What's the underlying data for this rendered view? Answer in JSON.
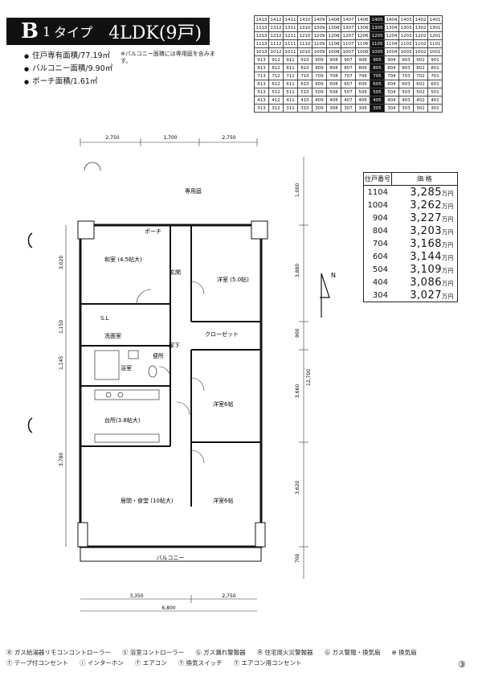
{
  "title": {
    "letter": "B",
    "sub": "1",
    "type_label": "タイプ",
    "layout": "4LDK(9戸)"
  },
  "specs": [
    "住戸専有面積/77.19㎡",
    "バルコニー面積/9.90㎡",
    "ポーチ面積/1.61㎡"
  ],
  "note": "※バルコニー面積には専用庭を含みます。",
  "floor_grid": {
    "rows": [
      [
        "1413",
        "1412",
        "1411",
        "1410",
        "1409",
        "1408",
        "1407",
        "1406",
        "1405",
        "1404",
        "1403",
        "1402",
        "1401"
      ],
      [
        "1313",
        "1312",
        "1311",
        "1310",
        "1309",
        "1308",
        "1307",
        "1306",
        "1305",
        "1304",
        "1303",
        "1302",
        "1301"
      ],
      [
        "1213",
        "1212",
        "1211",
        "1210",
        "1209",
        "1208",
        "1207",
        "1206",
        "1205",
        "1204",
        "1203",
        "1202",
        "1201"
      ],
      [
        "1113",
        "1112",
        "1111",
        "1110",
        "1109",
        "1108",
        "1107",
        "1106",
        "1105",
        "1104",
        "1103",
        "1102",
        "1101"
      ],
      [
        "1013",
        "1012",
        "1011",
        "1010",
        "1009",
        "1008",
        "1007",
        "1006",
        "1005",
        "1004",
        "1003",
        "1002",
        "1001"
      ],
      [
        "913",
        "912",
        "911",
        "910",
        "909",
        "908",
        "907",
        "906",
        "905",
        "904",
        "903",
        "902",
        "901"
      ],
      [
        "813",
        "812",
        "811",
        "810",
        "809",
        "808",
        "807",
        "806",
        "805",
        "804",
        "803",
        "802",
        "801"
      ],
      [
        "713",
        "712",
        "711",
        "710",
        "709",
        "708",
        "707",
        "706",
        "705",
        "704",
        "703",
        "702",
        "701"
      ],
      [
        "613",
        "612",
        "611",
        "610",
        "609",
        "608",
        "607",
        "606",
        "605",
        "604",
        "603",
        "602",
        "601"
      ],
      [
        "513",
        "512",
        "511",
        "510",
        "509",
        "508",
        "507",
        "506",
        "505",
        "504",
        "503",
        "502",
        "501"
      ],
      [
        "413",
        "412",
        "411",
        "410",
        "409",
        "408",
        "407",
        "406",
        "405",
        "404",
        "403",
        "402",
        "401"
      ],
      [
        "313",
        "312",
        "311",
        "310",
        "309",
        "308",
        "307",
        "306",
        "305",
        "304",
        "303",
        "302",
        "301"
      ]
    ],
    "highlight_col": 8
  },
  "price_table": {
    "header_floor": "住戸番号",
    "header_price": "価 格",
    "unit": "万円",
    "rows": [
      {
        "no": "1104",
        "price": "3,285"
      },
      {
        "no": "1004",
        "price": "3,262"
      },
      {
        "no": "904",
        "price": "3,227"
      },
      {
        "no": "804",
        "price": "3,203"
      },
      {
        "no": "704",
        "price": "3,168"
      },
      {
        "no": "604",
        "price": "3,144"
      },
      {
        "no": "504",
        "price": "3,109"
      },
      {
        "no": "404",
        "price": "3,086"
      },
      {
        "no": "304",
        "price": "3,027"
      }
    ]
  },
  "plan": {
    "dim_top": [
      "2,750",
      "1,700",
      "2,750"
    ],
    "dim_bottom": [
      "3,350",
      "2,750"
    ],
    "dim_bottom_total": "6,800",
    "dim_right": [
      "1,000",
      "3,880",
      "900",
      "3,660",
      "3,620",
      "700"
    ],
    "dim_right_total": "12,700",
    "dim_left": [
      "3,020",
      "1,150",
      "1,145",
      "3,780"
    ],
    "rooms": {
      "washitsu": "和室\n(4.5帖大)",
      "youshitsu1": "洋室\n(5.0帖)",
      "genkan": "玄関",
      "youshitsu2": "洋室6帖",
      "youshitsu3": "洋室6帖",
      "kitchen": "台所(3.8帖大)",
      "ldk": "居間・食堂\n(10帖大)",
      "senmenjo": "洗面室",
      "ub": "浴室",
      "toilet": "便所",
      "closet": "クローゼット",
      "sl": "S.L",
      "porch": "ポーチ",
      "balcony": "バルコニー",
      "corridor": "廊下",
      "private_garden": "専用庭"
    },
    "north_mark": "N"
  },
  "legend": [
    "Ⓡ ガス給湯器リモコンコントローラー",
    "Ⓢ 浴室コントローラー",
    "Ⓖ ガス漏れ警報器",
    "㊊ 住宅用火災警報器",
    "Ⓖ ガス警報・換気扇",
    "⊕ 換気扇",
    "Ⓣ テープ付コンセント",
    "Ⓘ インターホン",
    "Ⓣ エアコン",
    "Ⓣ 換気スイッチ",
    "Ⓣ エアコン用コンセント"
  ],
  "page_number": "③"
}
